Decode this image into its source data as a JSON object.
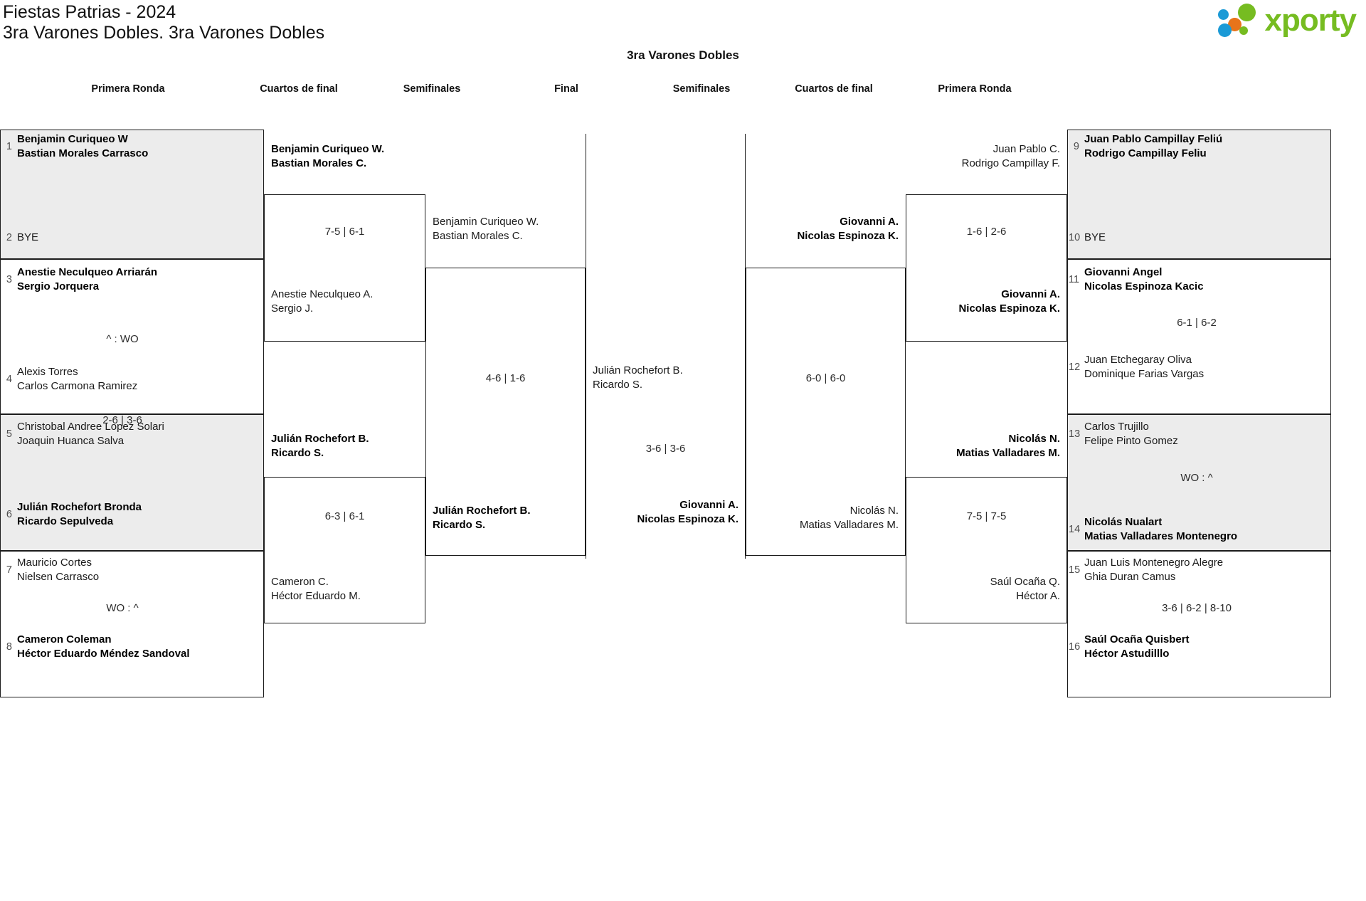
{
  "header": {
    "tournament": "Fiestas Patrias - 2024",
    "category": "3ra Varones Dobles. 3ra Varones Dobles",
    "logo_word": "xporty",
    "logo_colors": {
      "green": "#76bc21",
      "orange": "#e8741a",
      "blue": "#1b9ad6"
    }
  },
  "bracket_title": "3ra Varones Dobles",
  "round_headers": {
    "left_r1": "Primera Ronda",
    "left_qf": "Cuartos de final",
    "left_sf": "Semifinales",
    "final": "Final",
    "right_sf": "Semifinales",
    "right_qf": "Cuartos de final",
    "right_r1": "Primera Ronda"
  },
  "labels": {
    "bye": "BYE",
    "wo_left": "WO : ^",
    "wo_right": "^ : WO"
  },
  "left_first_round": [
    {
      "seed": "1",
      "line1": "Benjamin Curiqueo W",
      "line2": "Bastian Morales Carrasco",
      "winner": true,
      "shaded": true
    },
    {
      "seed": "2",
      "line1": "BYE",
      "line2": "",
      "winner": false,
      "shaded": true
    },
    {
      "seed": "3",
      "line1": "Anestie Neculqueo Arriarán",
      "line2": "Sergio Jorquera",
      "winner": true,
      "shaded": false
    },
    {
      "seed": "4",
      "line1": "Alexis Torres",
      "line2": "Carlos Carmona Ramirez",
      "winner": false,
      "shaded": false
    },
    {
      "seed": "5",
      "line1": "Christobal Andree Lopez Solari",
      "line2": "Joaquin Huanca Salva",
      "winner": false,
      "shaded": true
    },
    {
      "seed": "6",
      "line1": "Julián Rochefort Bronda",
      "line2": "Ricardo Sepulveda",
      "winner": true,
      "shaded": true
    },
    {
      "seed": "7",
      "line1": "Mauricio Cortes",
      "line2": "Nielsen Carrasco",
      "winner": false,
      "shaded": false
    },
    {
      "seed": "8",
      "line1": "Cameron Coleman",
      "line2": "Héctor Eduardo Méndez Sandoval",
      "winner": true,
      "shaded": false
    }
  ],
  "left_first_round_scores": [
    {
      "text": ""
    },
    {
      "text": "^ : WO"
    },
    {
      "text": "2-6 | 3-6"
    },
    {
      "text": "WO : ^"
    }
  ],
  "left_quarterfinals": [
    {
      "top": {
        "line1": "Benjamin Curiqueo W.",
        "line2": "Bastian Morales C.",
        "winner": true
      },
      "bottom": {
        "line1": "Anestie Neculqueo A.",
        "line2": "Sergio J.",
        "winner": false
      },
      "score": "7-5 | 6-1"
    },
    {
      "top": {
        "line1": "Julián Rochefort B.",
        "line2": "Ricardo S.",
        "winner": true
      },
      "bottom": {
        "line1": "Cameron C.",
        "line2": "Héctor Eduardo M.",
        "winner": false
      },
      "score": "6-3 | 6-1"
    }
  ],
  "left_semifinal": {
    "top": {
      "line1": "Benjamin Curiqueo W.",
      "line2": "Bastian Morales C.",
      "winner": false
    },
    "bottom": {
      "line1": "Julián Rochefort B.",
      "line2": "Ricardo S.",
      "winner": true
    },
    "score": "4-6 | 1-6"
  },
  "final": {
    "left_finalist": {
      "line1": "Julián Rochefort B.",
      "line2": "Ricardo S.",
      "winner": false
    },
    "champion": {
      "line1": "Giovanni A.",
      "line2": "Nicolas Espinoza K.",
      "winner": true
    },
    "score": "3-6 | 3-6"
  },
  "right_semifinal": {
    "top": {
      "line1": "Giovanni A.",
      "line2": "Nicolas Espinoza K.",
      "winner": true
    },
    "bottom": {
      "line1": "Nicolás N.",
      "line2": "Matias Valladares M.",
      "winner": false
    },
    "score": "6-0 | 6-0"
  },
  "right_quarterfinals": [
    {
      "top": {
        "line1": "Juan Pablo C.",
        "line2": "Rodrigo Campillay F.",
        "winner": false
      },
      "bottom": {
        "line1": "Giovanni A.",
        "line2": "Nicolas Espinoza K.",
        "winner": true
      },
      "score": "1-6 | 2-6"
    },
    {
      "top": {
        "line1": "Nicolás N.",
        "line2": "Matias Valladares M.",
        "winner": true
      },
      "bottom": {
        "line1": "Saúl Ocaña Q.",
        "line2": "Héctor A.",
        "winner": false
      },
      "score": "7-5 | 7-5"
    }
  ],
  "right_first_round": [
    {
      "seed": "9",
      "line1": "Juan Pablo Campillay Feliú",
      "line2": "Rodrigo Campillay Feliu",
      "winner": true,
      "shaded": true
    },
    {
      "seed": "10",
      "line1": "BYE",
      "line2": "",
      "winner": false,
      "shaded": true
    },
    {
      "seed": "11",
      "line1": "Giovanni Angel",
      "line2": "Nicolas Espinoza Kacic",
      "winner": true,
      "shaded": false
    },
    {
      "seed": "12",
      "line1": "Juan Etchegaray Oliva",
      "line2": "Dominique Farias Vargas",
      "winner": false,
      "shaded": false
    },
    {
      "seed": "13",
      "line1": "Carlos Trujillo",
      "line2": "Felipe Pinto Gomez",
      "winner": false,
      "shaded": true
    },
    {
      "seed": "14",
      "line1": "Nicolás Nualart",
      "line2": "Matias Valladares Montenegro",
      "winner": true,
      "shaded": true
    },
    {
      "seed": "15",
      "line1": "Juan Luis Montenegro Alegre",
      "line2": "Ghia Duran Camus",
      "winner": false,
      "shaded": false
    },
    {
      "seed": "16",
      "line1": "Saúl Ocaña Quisbert",
      "line2": "Héctor Astudilllo",
      "winner": true,
      "shaded": false
    }
  ],
  "right_first_round_scores": [
    {
      "text": ""
    },
    {
      "text": "6-1 | 6-2"
    },
    {
      "text": "WO : ^"
    },
    {
      "text": "3-6 | 6-2 | 8-10"
    }
  ]
}
